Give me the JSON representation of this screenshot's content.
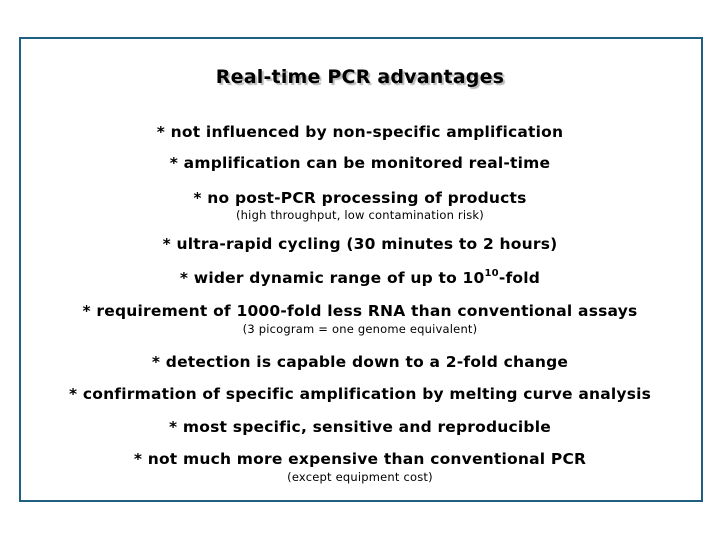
{
  "slide": {
    "title": "Real-time PCR advantages",
    "frame_color": "#1f5f7f",
    "bullets": [
      {
        "text": "* not influenced by non-specific amplification"
      },
      {
        "text": "* amplification can be monitored real-time"
      },
      {
        "text": "* no post-PCR processing of products",
        "note": "(high throughput, low contamination risk)"
      },
      {
        "text": "* ultra-rapid cycling (30 minutes to 2 hours)"
      },
      {
        "text_before": "* wider dynamic range of up to 10",
        "superscript": "10",
        "text_after": "-fold"
      },
      {
        "text": "* requirement of 1000-fold less RNA than conventional assays",
        "note": "(3 picogram = one genome equivalent)"
      },
      {
        "text": "* detection is capable down to a 2-fold change"
      },
      {
        "text": "* confirmation of specific amplification by melting curve analysis"
      },
      {
        "text": "* most specific, sensitive and reproducible"
      },
      {
        "text": "* not much more expensive than conventional PCR",
        "note": "(except equipment cost)"
      }
    ]
  }
}
